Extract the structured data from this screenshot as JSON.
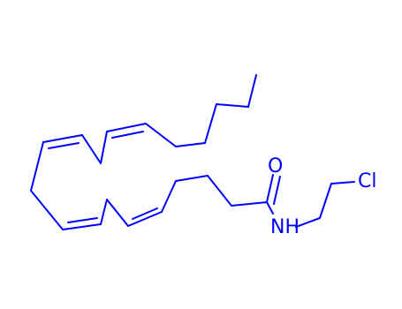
{
  "molecule": {
    "atoms": {
      "oxygen": "O",
      "amide_nitrogen": "NH",
      "chlorine": "Cl"
    },
    "bond_color": "#0000ff"
  }
}
